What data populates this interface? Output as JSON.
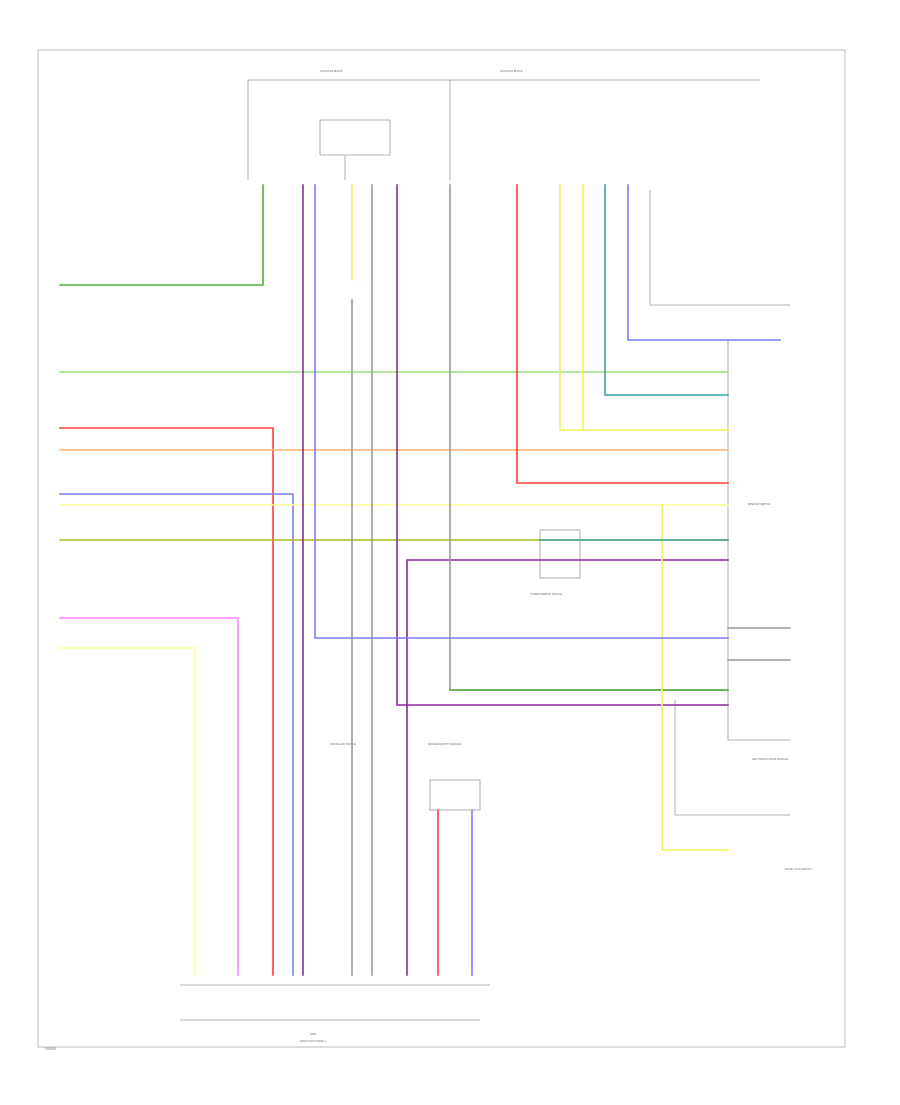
{
  "diagram": {
    "footer_code": "FK6000",
    "ground_label": "G201",
    "ground_sublabel": "(RIGHT KICK PANEL)"
  },
  "colors": {
    "green": "#4caf3c",
    "light_green": "#9be07a",
    "red": "#ff3b3b",
    "orange": "#ffb070",
    "blue": "#7c7cff",
    "yellow": "#f2f25a",
    "olive": "#a8b81c",
    "violet": "#ff80ff",
    "pale_yellow": "#ffff99",
    "purple": "#8a2a9a",
    "teal": "#3aa0a0",
    "gray": "#9a9a9a"
  },
  "components": {
    "top_left_junction": "JUNCTION BLOCK",
    "top_right_junction": "JUNCTION BLOCK",
    "right_module": "LEFT FRONT DOOR MODULE",
    "center_module": "POWER MIRROR SWITCH",
    "right_switch": "WINDOW SWITCH",
    "bottom_right_switch": "DOOR LOCK SWITCH",
    "bottom_center_module": "KEYLESS ENTRY MODULE",
    "center_left_sensor": "DOOR AJAR SWITCH"
  }
}
